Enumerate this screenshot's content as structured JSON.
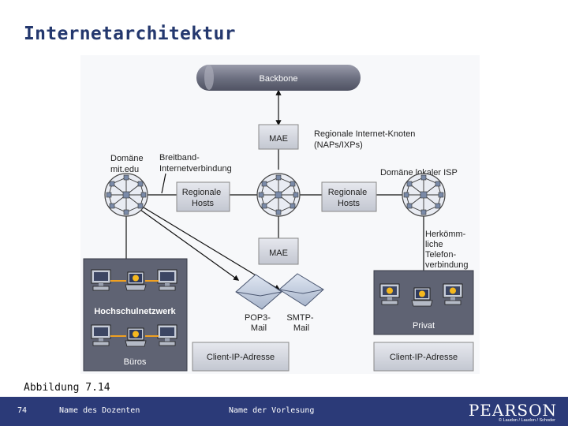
{
  "slide": {
    "title": "Internetarchitektur",
    "caption": "Abbildung 7.14"
  },
  "diagram": {
    "backbone": "Backbone",
    "mae_top": "MAE",
    "mae_bottom": "MAE",
    "regional_nodes": [
      "Regionale Internet-Knoten",
      "(NAPs/IXPs)"
    ],
    "domain_mit": [
      "Domäne",
      "mit.edu"
    ],
    "broadband": [
      "Breitband-",
      "Internetverbindung"
    ],
    "domain_isp": "Domäne lokaler ISP",
    "regional_hosts_left": [
      "Regionale",
      "Hosts"
    ],
    "regional_hosts_right": [
      "Regionale",
      "Hosts"
    ],
    "phone_line": [
      "Herkömm-",
      "liche",
      "Telefon-",
      "verbindung"
    ],
    "campus_network": "Hochschulnetzwerk",
    "offices": "Büros",
    "pop3": [
      "POP3-",
      "Mail"
    ],
    "smtp": [
      "SMTP-",
      "Mail"
    ],
    "private": "Privat",
    "client_ip_left": "Client-IP-Adresse",
    "client_ip_right": "Client-IP-Adresse"
  },
  "footer": {
    "page_number": "74",
    "lecturer": "Name des Dozenten",
    "course": "Name der Vorlesung",
    "brand": "PEARSON",
    "copyright": "© Laudon / Laudon / Schoder"
  },
  "colors": {
    "title": "#24386e",
    "footer_bg": "#2b3a78",
    "box_fill": "#d4d7de",
    "panel_fill": "#5f6373"
  }
}
